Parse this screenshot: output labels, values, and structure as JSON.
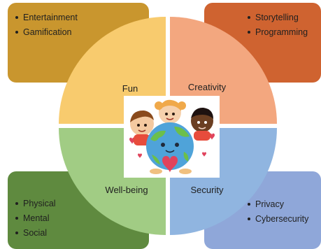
{
  "quadrants": {
    "fun": {
      "label": "Fun",
      "color": "#f8cb6e"
    },
    "creativity": {
      "label": "Creativity",
      "color": "#f3a77f"
    },
    "wellbeing": {
      "label": "Well-being",
      "color": "#a1cc84"
    },
    "security": {
      "label": "Security",
      "color": "#90b5e0"
    }
  },
  "boxes": {
    "top_left": {
      "color": "#c9962e",
      "items": [
        "Entertainment",
        "Gamification"
      ]
    },
    "top_right": {
      "color": "#cf6330",
      "items": [
        "Storytelling",
        "Programming"
      ]
    },
    "bottom_left": {
      "color": "#5f8a3f",
      "items": [
        "Physical",
        "Mental",
        "Social"
      ]
    },
    "bottom_right": {
      "color": "#8fa7d9",
      "items": [
        "Privacy",
        "Cybersecurity"
      ]
    }
  },
  "center_image": {
    "description_icon": "children-hugging-earth-icon"
  }
}
